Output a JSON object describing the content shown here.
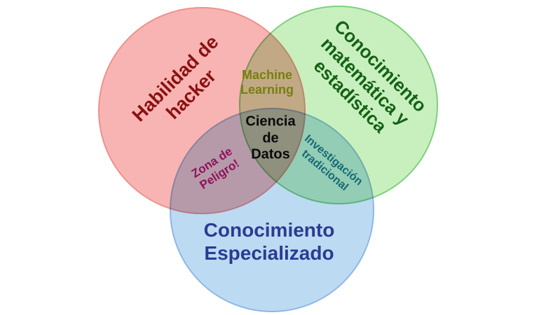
{
  "diagram": {
    "type": "venn",
    "background_color": "#ffffff",
    "circles": [
      {
        "id": "hacker-skills",
        "label": "Habilidad de\nhacker",
        "fill": "#f8b4b2",
        "stroke": "#f0918e",
        "text_color": "#8b1113"
      },
      {
        "id": "math-stats-knowledge",
        "label": "Conocimiento\nmatemática y\nestadística",
        "fill": "#c8f0bf",
        "stroke": "#7fd07f",
        "text_color": "#166116"
      },
      {
        "id": "domain-knowledge",
        "label": "Conocimiento\nEspecializado",
        "fill": "#bcdaf2",
        "stroke": "#8fb8e6",
        "text_color": "#2b3b92"
      }
    ],
    "intersections": [
      {
        "id": "machine-learning",
        "label": "Machine\nLearning",
        "text_color": "#76800e"
      },
      {
        "id": "data-science-center",
        "label": "Ciencia\nde\nDatos",
        "text_color": "#0a0a0a"
      },
      {
        "id": "danger-zone",
        "label": "Zona de\nPeligro!",
        "text_color": "#8e135c"
      },
      {
        "id": "traditional-research",
        "label": "Investigación\ntradicional",
        "text_color": "#156a74"
      }
    ]
  }
}
